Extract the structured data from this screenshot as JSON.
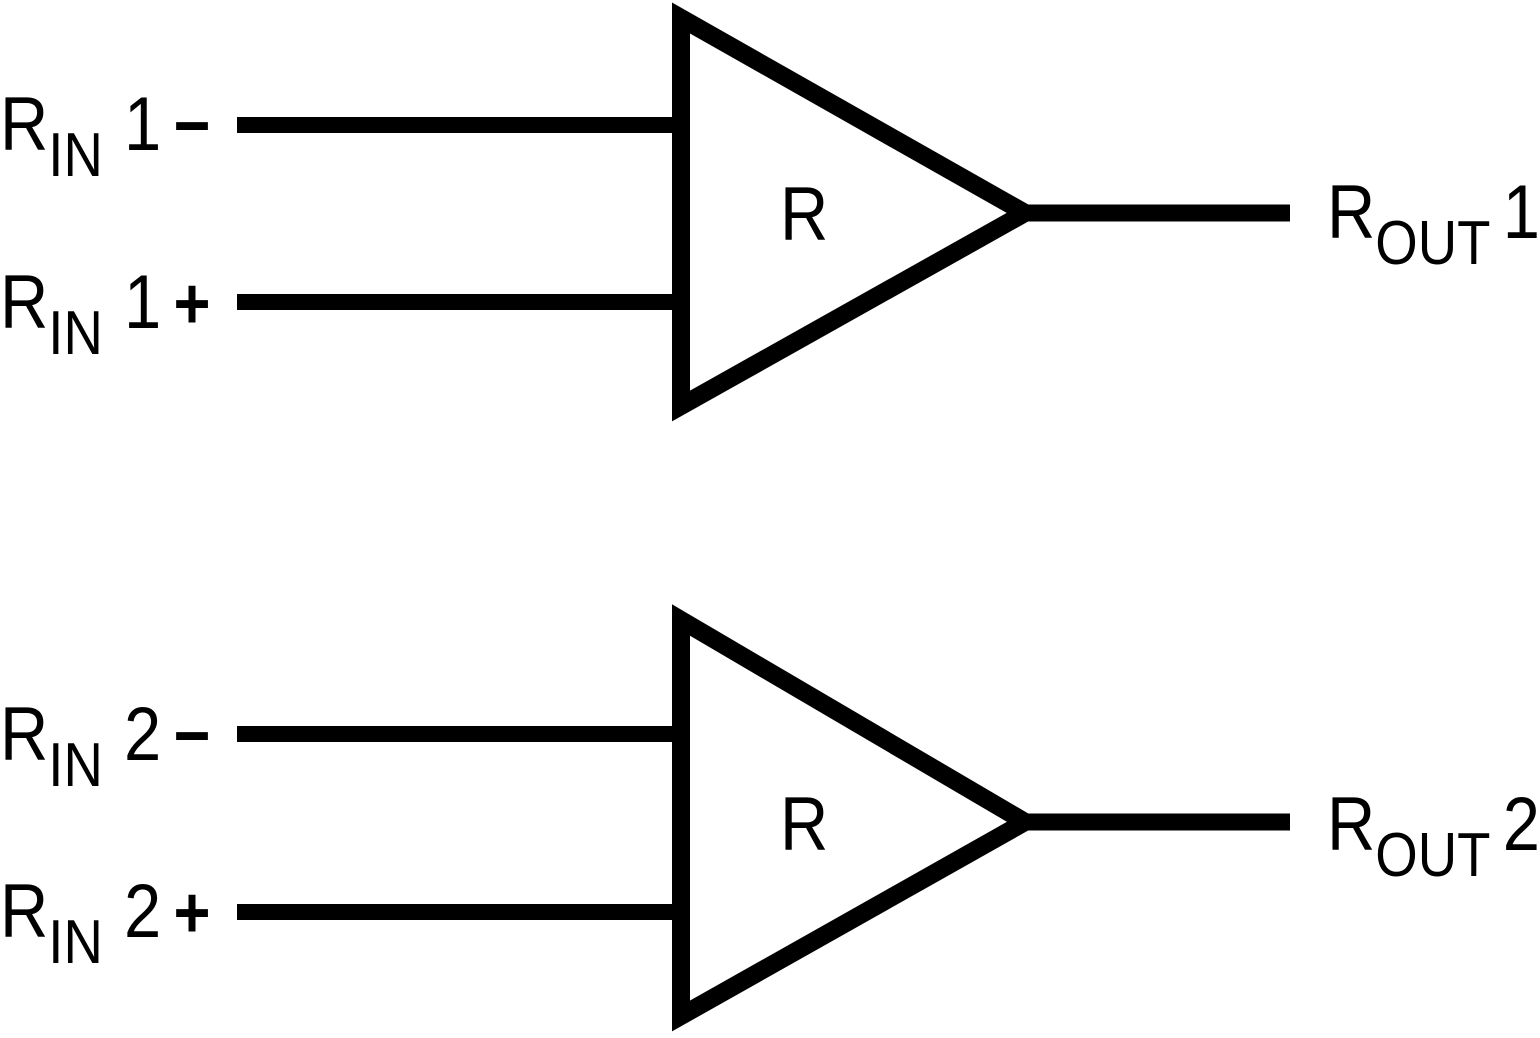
{
  "colors": {
    "ink": "#000000",
    "background": "#ffffff"
  },
  "amplifiers": [
    {
      "symbol_label": "R",
      "inputs": [
        {
          "base": "R",
          "sub": "IN",
          "num": "1",
          "sign": "−"
        },
        {
          "base": "R",
          "sub": "IN",
          "num": "1",
          "sign": "+"
        }
      ],
      "output": {
        "base": "R",
        "sub": "OUT",
        "num": "1"
      }
    },
    {
      "symbol_label": "R",
      "inputs": [
        {
          "base": "R",
          "sub": "IN",
          "num": "2",
          "sign": "−"
        },
        {
          "base": "R",
          "sub": "IN",
          "num": "2",
          "sign": "+"
        }
      ],
      "output": {
        "base": "R",
        "sub": "OUT",
        "num": "2"
      }
    }
  ]
}
